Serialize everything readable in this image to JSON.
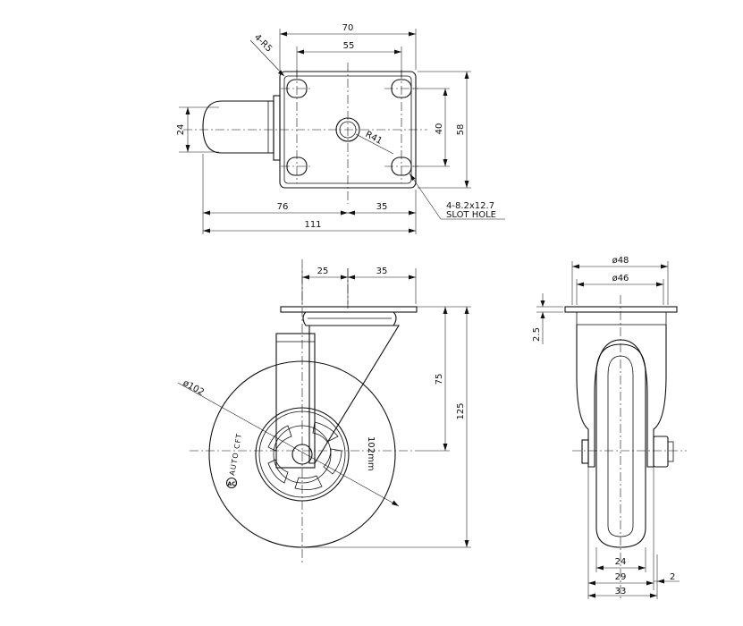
{
  "colors": {
    "line": "#111111",
    "background": "#ffffff"
  },
  "top_view": {
    "dim_plate_width": "70",
    "dim_hole_spacing_x": "55",
    "dim_hole_spacing_y": "40",
    "dim_plate_height": "58",
    "dim_stem_height": "24",
    "dim_offset_left": "76",
    "dim_offset_right": "35",
    "dim_overall_length": "111",
    "note_corner_radius": "4-R5",
    "note_center_radius": "R41",
    "note_slot_size": "4-8.2x12.7",
    "note_slot_label": "SLOT HOLE"
  },
  "side_view": {
    "dim_left": "25",
    "dim_right": "35",
    "dim_axle_height": "75",
    "dim_total_height": "125",
    "dim_wheel_diameter": "ø102",
    "wheel_size_label": "102mm",
    "brand_text": "AUTO CFT",
    "logo_mark": "AC"
  },
  "front_view": {
    "dim_outer_width": "ø48",
    "dim_inner_width": "ø46",
    "dim_plate_thickness": "2.5",
    "dim_tread_width": "24",
    "dim_fork_inner": "29",
    "dim_overall_width": "33",
    "dim_washer": "2"
  }
}
